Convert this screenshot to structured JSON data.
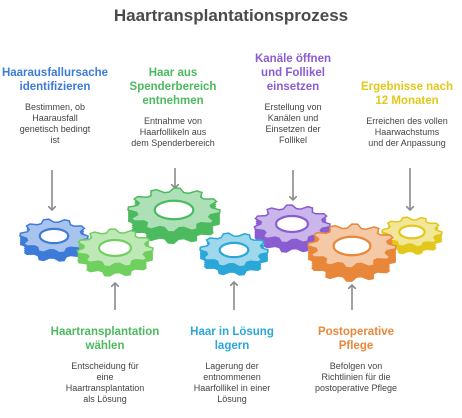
{
  "title": "Haartransplantationsprozess",
  "colors": {
    "blue": "#3d7bd9",
    "green": "#4cba5e",
    "lightgreen": "#6fcf5f",
    "cyan": "#2aa7d8",
    "purple": "#8a5cd1",
    "orange": "#e8873a",
    "yellow": "#e2c81a",
    "arrow": "#8a8a8a"
  },
  "steps": [
    {
      "id": "s1",
      "head": "Haarausfallursache\nidentifizieren",
      "desc": "Bestimmen, ob\nHaarausfall\ngenetisch bedingt\nist",
      "color": "#3d7bd9"
    },
    {
      "id": "s2",
      "head": "Haar aus\nSpenderbereich\nentnehmen",
      "desc": "Entnahme von\nHaarfollikeln aus\ndem Spenderbereich",
      "color": "#4cba5e"
    },
    {
      "id": "s3",
      "head": "Kanäle öffnen\nund Follikel\neinsetzen",
      "desc": "Erstellung von\nKanälen und\nEinsetzen der\nFollikel",
      "color": "#8a5cd1"
    },
    {
      "id": "s4",
      "head": "Ergebnisse nach\n12 Monaten",
      "desc": "Erreichen des vollen\nHaarwachstums\nund der Anpassung",
      "color": "#e2c81a"
    },
    {
      "id": "s5",
      "head": "Haartransplantation\nwählen",
      "desc": "Entscheidung für\neine\nHaartransplantation\nals Lösung",
      "color": "#4cba5e"
    },
    {
      "id": "s6",
      "head": "Haar in Lösung\nlagern",
      "desc": "Lagerung der\nentnommenen\nHaarfollikel in einer\nLösung",
      "color": "#2aa7d8"
    },
    {
      "id": "s7",
      "head": "Postoperative\nPflege",
      "desc": "Befolgen von\nRichtlinien für die\npostoperative Pflege",
      "color": "#e8873a"
    }
  ]
}
